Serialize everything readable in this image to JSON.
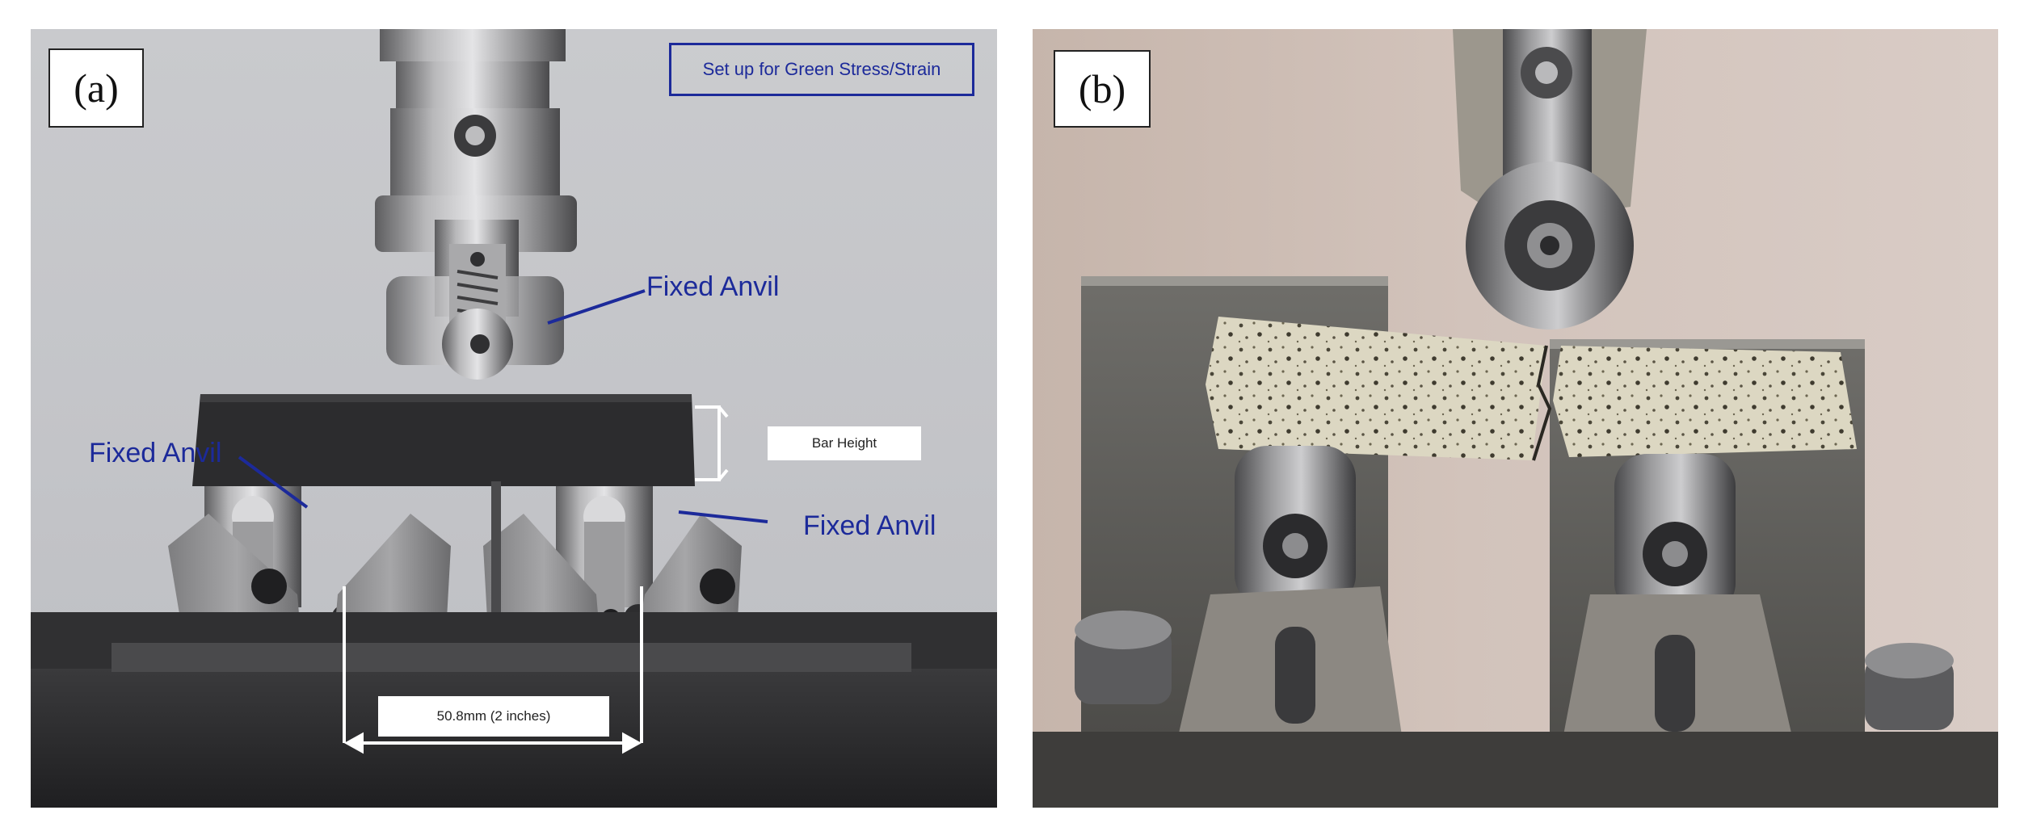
{
  "panel_a": {
    "tag": "(a)",
    "setup_note": "Set up for Green Stress/Strain",
    "anvil_top_label": "Fixed Anvil",
    "anvil_left_label": "Fixed Anvil",
    "anvil_right_label": "Fixed Anvil",
    "bar_height_label": "Bar Height",
    "span_label": "50.8mm (2 inches)"
  },
  "panel_b": {
    "tag": "(b)"
  },
  "colors": {
    "annotation_blue": "#1c2a9a",
    "steel": "#8c8c8c",
    "sand_specimen": "#d8d3be",
    "background_a": "#c6c7cb",
    "background_b": "#cfc0b8"
  }
}
